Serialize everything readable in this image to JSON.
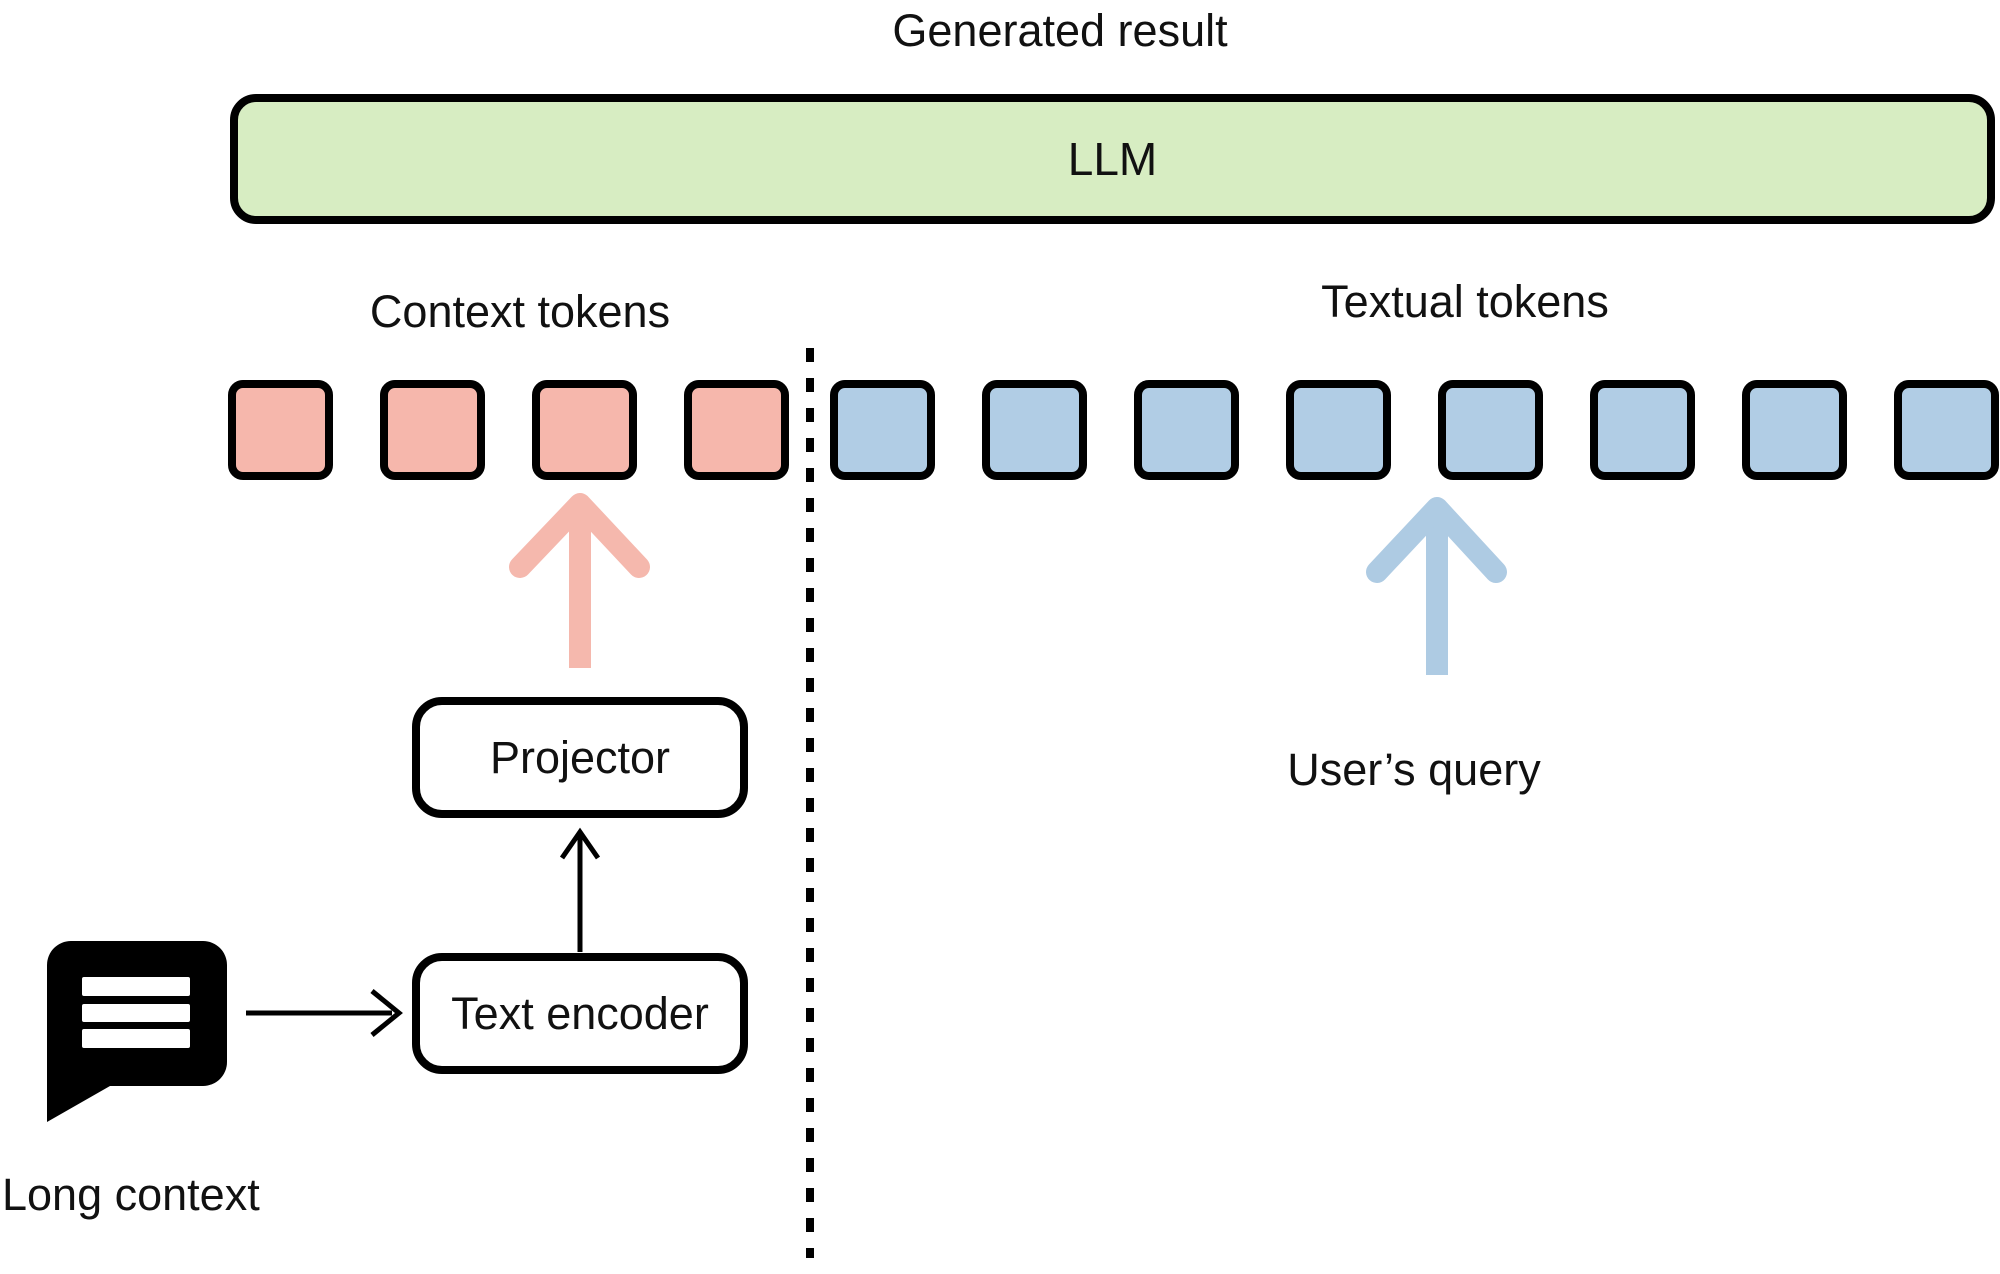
{
  "title": "Generated result",
  "llm": {
    "label": "LLM"
  },
  "token_groups": {
    "context": {
      "label": "Context tokens",
      "count": 4
    },
    "textual": {
      "label": "Textual tokens",
      "count": 8
    }
  },
  "boxes": {
    "projector": {
      "label": "Projector"
    },
    "text_encoder": {
      "label": "Text encoder"
    }
  },
  "annotations": {
    "user_query": "User’s query",
    "long_context": "Long context"
  },
  "icons": {
    "chat_bubble": "chat-bubble-icon",
    "context_up_arrow": "up-arrow-icon",
    "textual_up_arrow": "up-arrow-icon",
    "encoder_to_projector": "up-arrow-icon",
    "context_to_encoder": "right-arrow-icon",
    "divider": "dashed-vertical-divider"
  },
  "colors": {
    "context_token_fill": "#f6b7ac",
    "textual_token_fill": "#b1cde5",
    "llm_fill": "#d7edc2",
    "context_arrow": "#f5b8ad",
    "textual_arrow": "#aecbe3",
    "outline": "#000000",
    "text": "#111111"
  }
}
